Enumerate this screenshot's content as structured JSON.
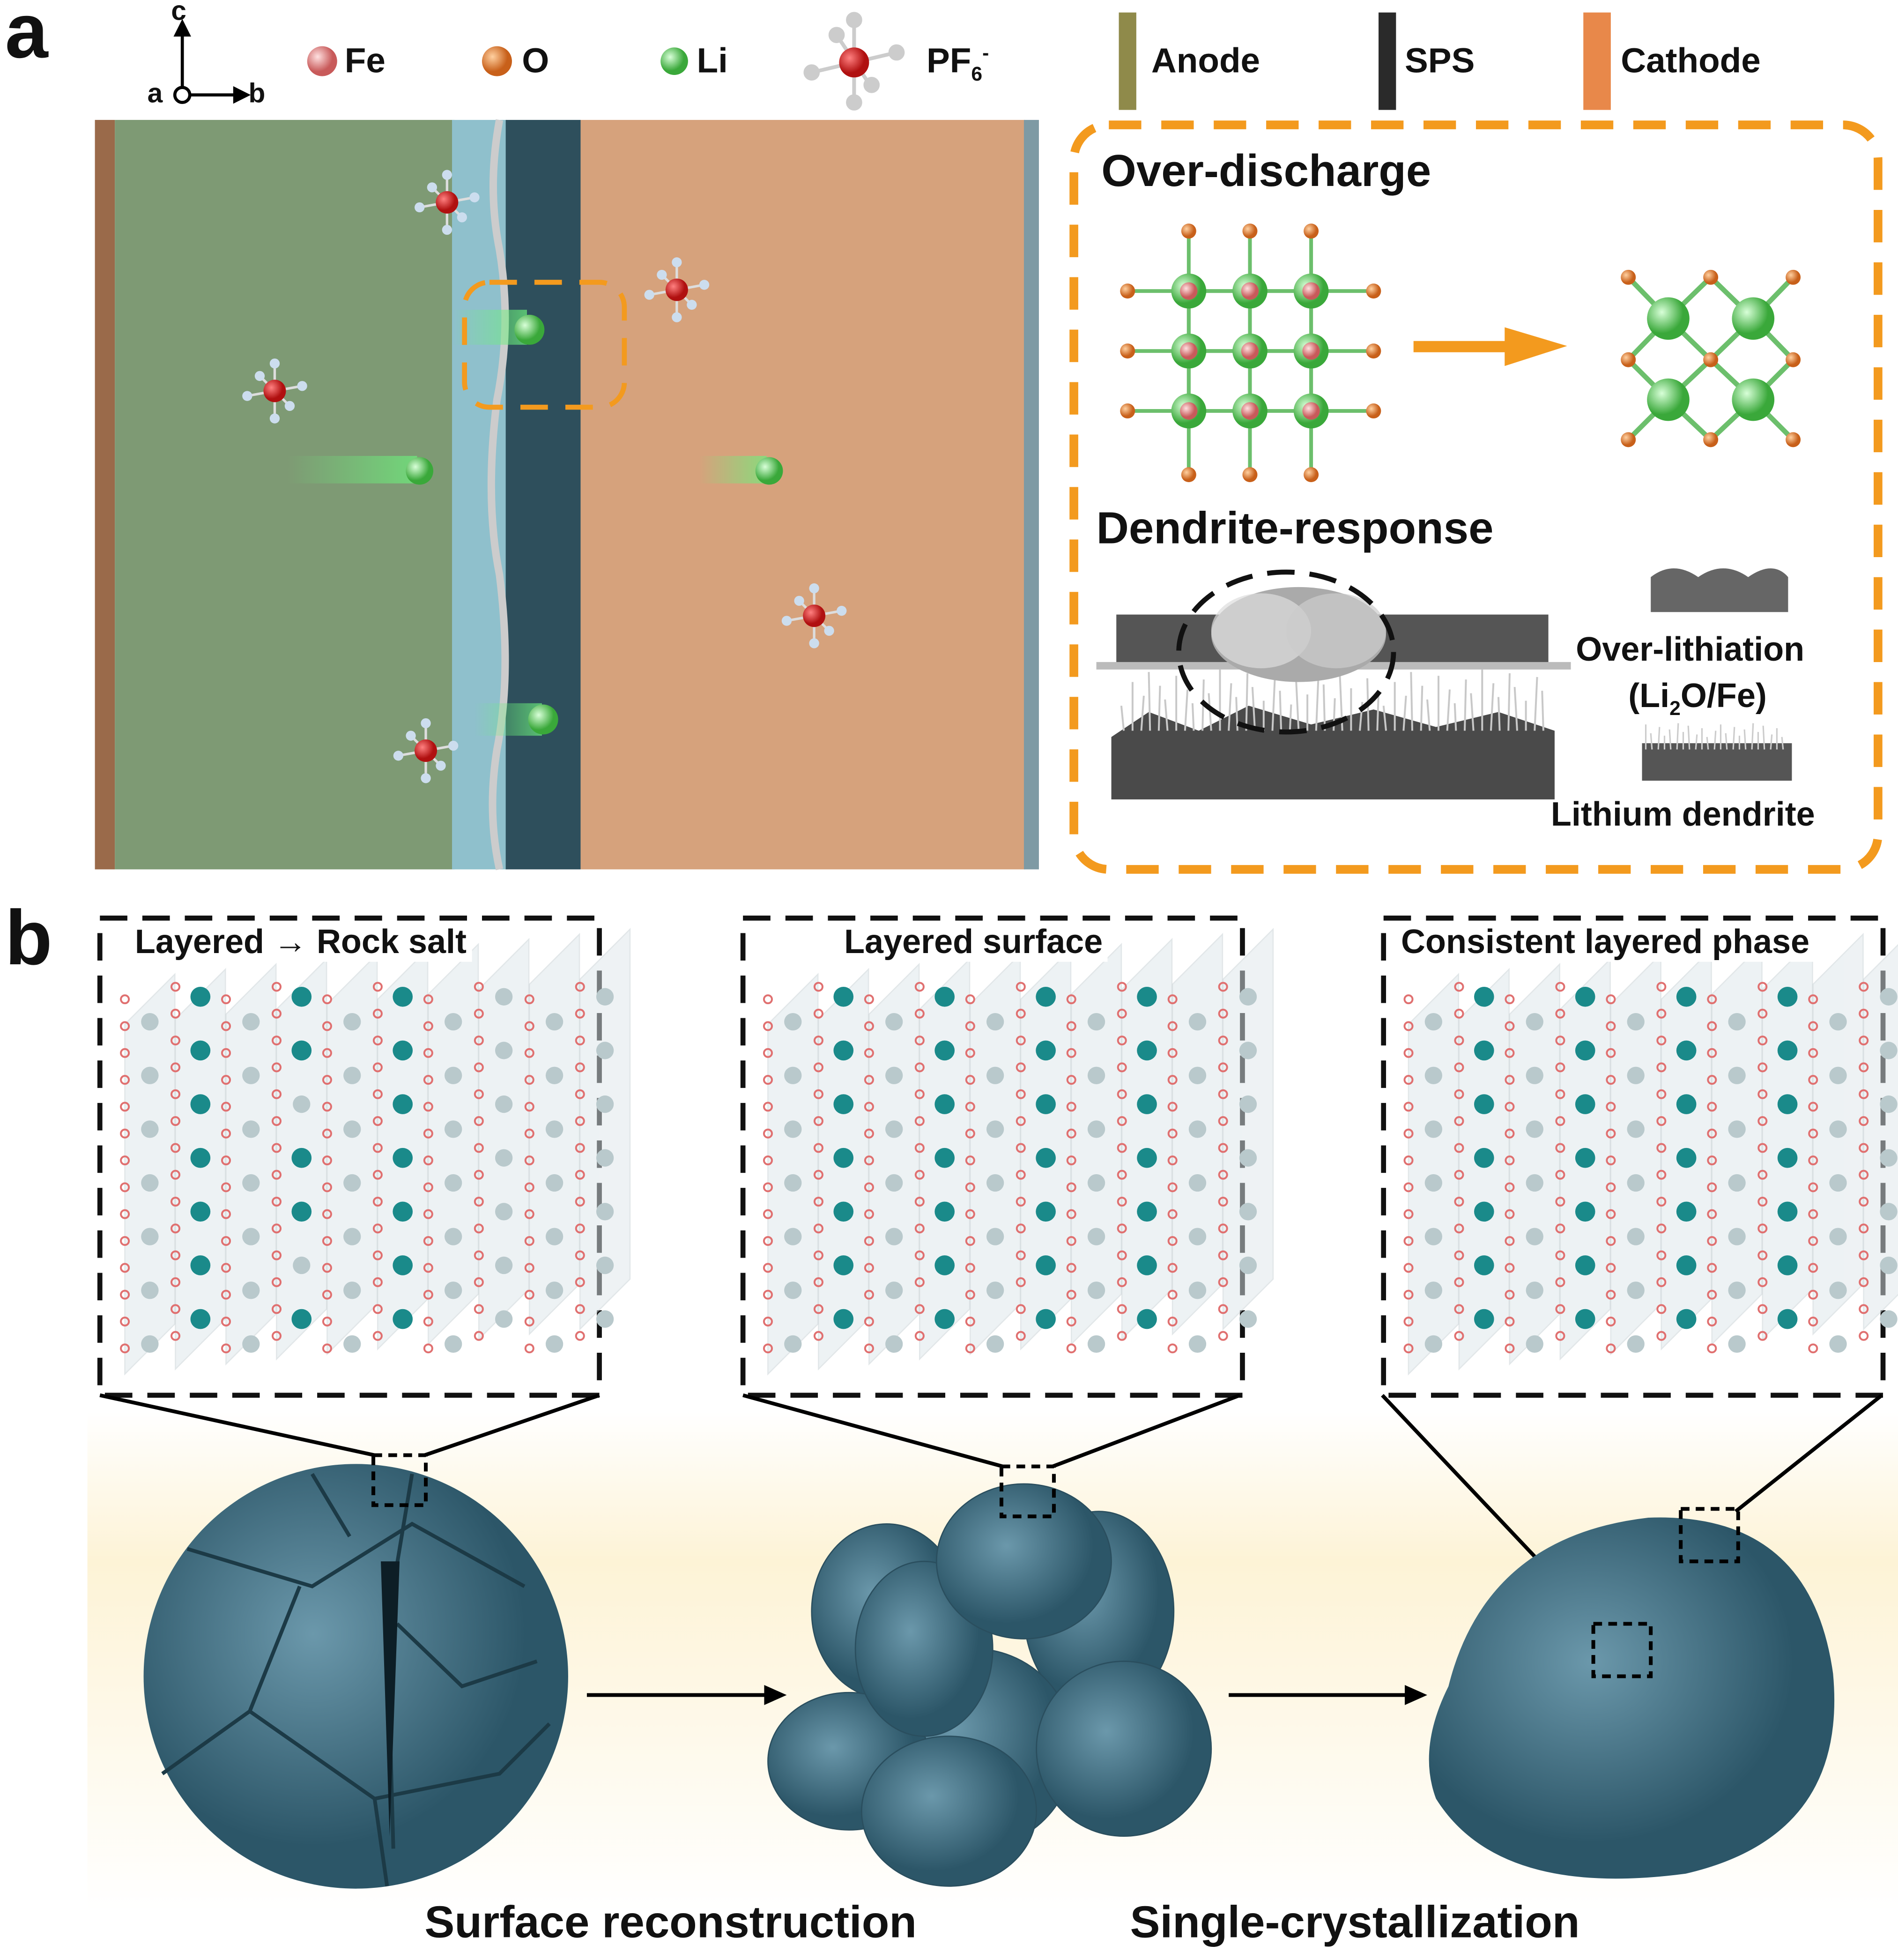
{
  "panel_a": {
    "label": "a",
    "axes": {
      "c": "c",
      "a": "a",
      "b": "b"
    },
    "legend": [
      {
        "label": "Fe",
        "color": "#e88a8a"
      },
      {
        "label": "O",
        "color": "#e08a3c"
      },
      {
        "label": "Li",
        "color": "#6cc46c"
      },
      {
        "label": "PF",
        "sub": "6",
        "sup": "-",
        "color": "#e62020"
      },
      {
        "label": "Anode",
        "color": "#8f8a4a"
      },
      {
        "label": "SPS",
        "color": "#2a2a2a"
      },
      {
        "label": "Cathode",
        "color": "#e8884a"
      }
    ],
    "inset": {
      "title1": "Over-discharge",
      "title2": "Dendrite-response",
      "over_lithiation": "Over-lithiation",
      "li2o_fe_prefix": "(Li",
      "li2o_fe_sub": "2",
      "li2o_fe_suffix": "O/Fe)",
      "lithium_dendrite": "Lithium dendrite",
      "accent": "#f39a1e"
    }
  },
  "panel_b": {
    "label": "b",
    "boxes": [
      {
        "title": "Layered → Rock salt"
      },
      {
        "title": "Layered surface"
      },
      {
        "title": "Consistent layered phase"
      }
    ],
    "captions": {
      "left": "Surface reconstruction",
      "right": "Single-crystallization"
    },
    "particle_color": "#3d6a7e",
    "tm_color": "#1a8a8a"
  }
}
